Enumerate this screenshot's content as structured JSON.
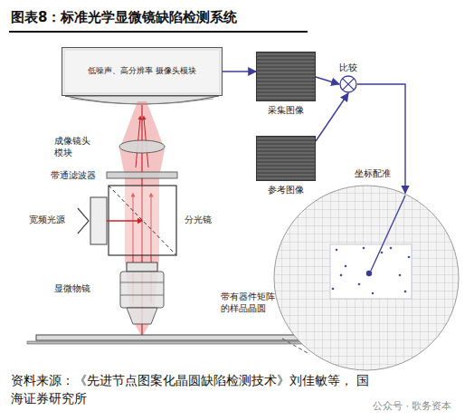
{
  "diagram": {
    "title": "图表8：标准光学显微镜缺陷检测系统",
    "caption": "资料来源：《先进节点图案化晶圆缺陷检测技术》刘佳敏等， 国海证券研究所",
    "nodes": [
      {
        "text": [
          "低噪声、高分辨率 摄像头模块"
        ]
      },
      {
        "text": [
          "采集图像"
        ]
      },
      {
        "text": [
          "比较"
        ]
      },
      {
        "text": [
          "参考图像"
        ]
      },
      {
        "text": [
          "坐标配准"
        ]
      }
    ],
    "edges": [
      {
        "from": 0,
        "to": 1,
        "arrow": "to"
      },
      {
        "from": 1,
        "to": 2,
        "arrow": "to"
      },
      {
        "from": 3,
        "to": 2,
        "arrow": "to"
      },
      {
        "from": 2,
        "to": 4,
        "arrow": "to"
      }
    ],
    "labels": [
      "成像镜头 模块",
      "带通滤波器",
      "宽频光源",
      "分光镜",
      "显微物镜",
      "带有器件矩阵 的样品晶圆",
      "公众号 · 歌务资本"
    ]
  }
}
